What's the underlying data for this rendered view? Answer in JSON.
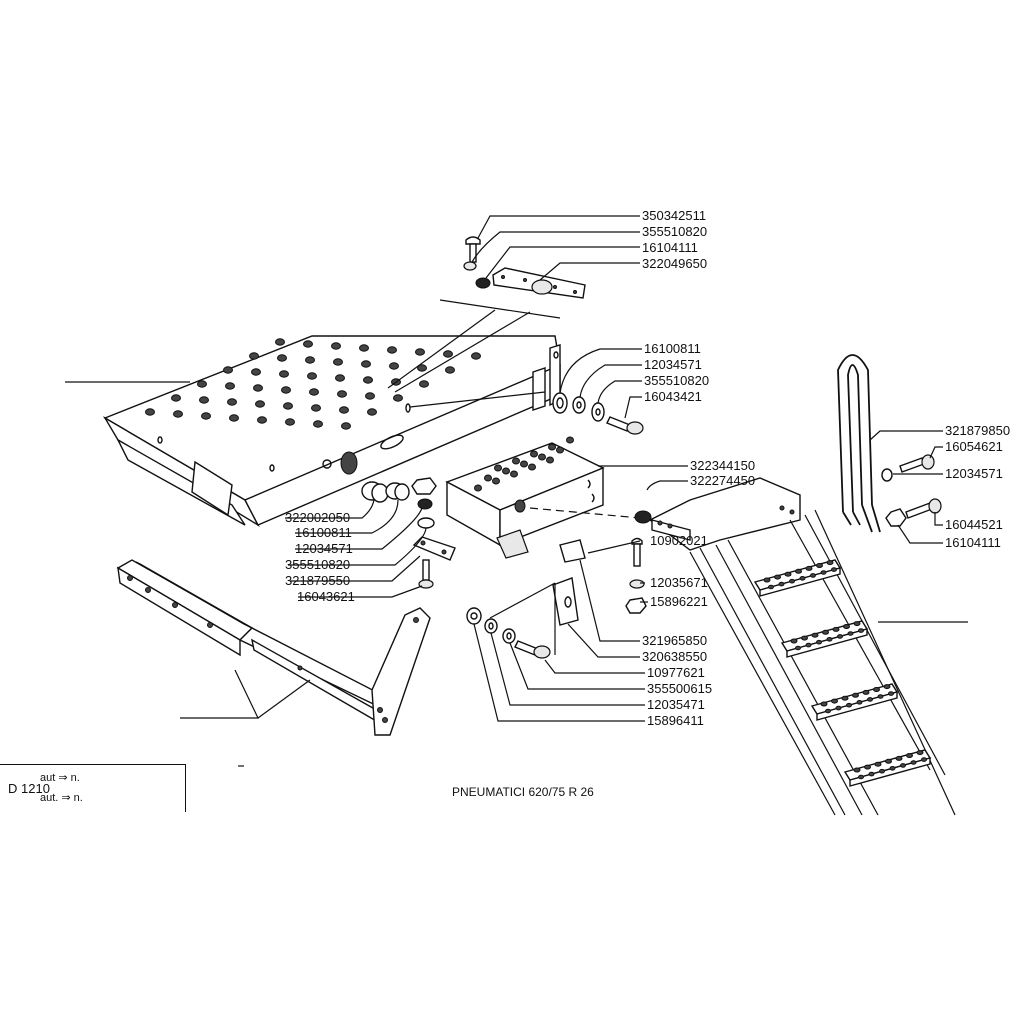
{
  "part_numbers": {
    "p350342511": "350342511",
    "p355510820_top": "355510820",
    "p16104111_top": "16104111",
    "p322049650": "322049650",
    "p16100811_right": "16100811",
    "p12034571_right": "12034571",
    "p355510820_right": "355510820",
    "p16043421": "16043421",
    "p322344150": "322344150",
    "p322274450": "322274450",
    "p321879850": "321879850",
    "p16054621": "16054621",
    "p12034571_far": "12034571",
    "p16044521": "16044521",
    "p16104111_far": "16104111",
    "p322002050": "322002050",
    "p16100811_left": "16100811",
    "p12034571_left": "12034571",
    "p355510820_left": "355510820",
    "p321879550": "321879550",
    "p16043621": "16043621",
    "p10902021": "10902021",
    "p12035671": "12035671",
    "p15896221": "15896221",
    "p321965850": "321965850",
    "p320638550": "320638550",
    "p10977621": "10977621",
    "p355500615": "355500615",
    "p12035471": "12035471",
    "p15896411": "15896411"
  },
  "footer": {
    "code": "D 1210",
    "line1": "aut ⇒ n.",
    "line2": "aut. ⇒ n."
  },
  "caption": "PNEUMATICI  620/75 R 26"
}
